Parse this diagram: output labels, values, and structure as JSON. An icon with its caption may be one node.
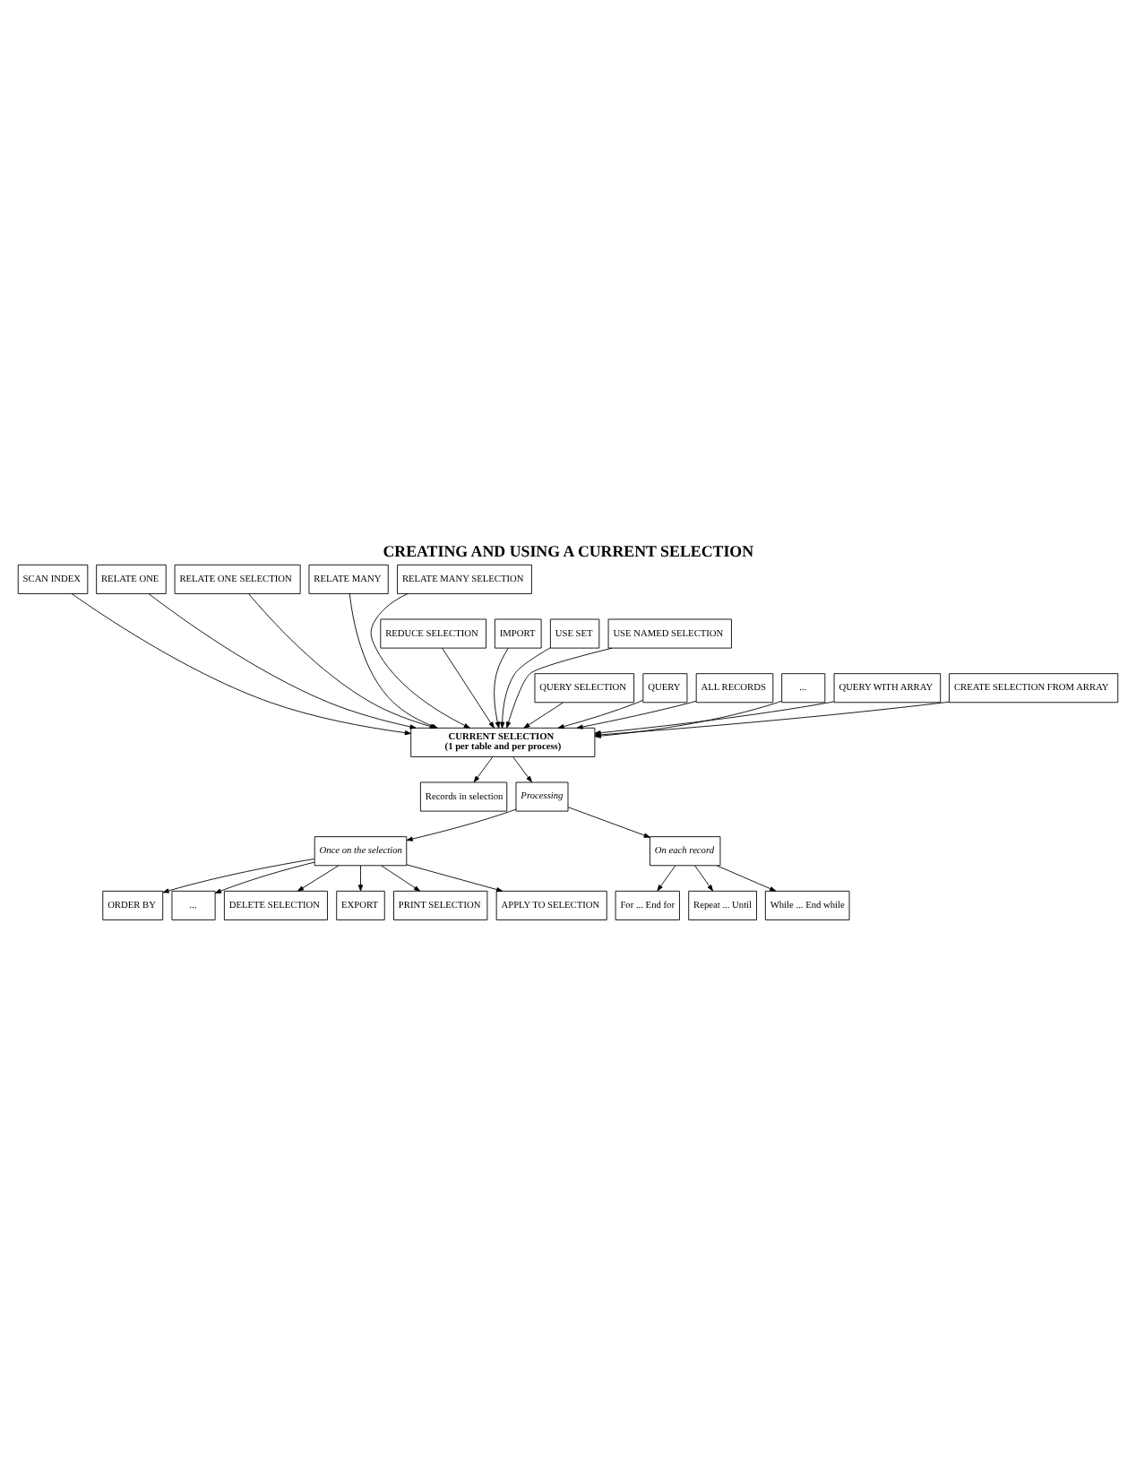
{
  "diagram": {
    "title": "CREATING AND USING A CURRENT SELECTION",
    "nodes": [
      {
        "text": [
          "SCAN INDEX"
        ]
      },
      {
        "text": [
          "RELATE ONE"
        ]
      },
      {
        "text": [
          "RELATE ONE SELECTION"
        ]
      },
      {
        "text": [
          "RELATE MANY"
        ]
      },
      {
        "text": [
          "RELATE MANY SELECTION"
        ]
      },
      {
        "text": [
          "REDUCE SELECTION"
        ]
      },
      {
        "text": [
          "USE SET"
        ]
      },
      {
        "text": [
          "IMPORT"
        ]
      },
      {
        "text": [
          "USE NAMED SELECTION"
        ]
      },
      {
        "text": [
          "QUERY SELECTION"
        ]
      },
      {
        "text": [
          "CREATE SELECTION FROM ARRAY"
        ]
      },
      {
        "text": [
          "QUERY"
        ]
      },
      {
        "text": [
          "QUERY WITH ARRAY"
        ]
      },
      {
        "text": [
          "ALL RECORDS"
        ]
      },
      {
        "text": [
          "..."
        ]
      },
      {
        "text": [
          "CURRENT SELECTION",
          "(1 per table and per process)"
        ]
      },
      {
        "text": [
          "Records in selection"
        ]
      },
      {
        "text": [
          "Processing"
        ]
      },
      {
        "text": [
          "Once on the selection"
        ]
      },
      {
        "text": [
          "On each record"
        ]
      },
      {
        "text": [
          "ORDER BY"
        ]
      },
      {
        "text": [
          "..."
        ]
      },
      {
        "text": [
          "DELETE SELECTION"
        ]
      },
      {
        "text": [
          "EXPORT"
        ]
      },
      {
        "text": [
          "PRINT SELECTION"
        ]
      },
      {
        "text": [
          "APPLY TO SELECTION"
        ]
      },
      {
        "text": [
          "For ... End for"
        ]
      },
      {
        "text": [
          "Repeat ... Until"
        ]
      },
      {
        "text": [
          "While ... End while"
        ]
      }
    ],
    "edges": [
      {
        "from": 0,
        "to": 15,
        "arrow": "to"
      },
      {
        "from": 1,
        "to": 15,
        "arrow": "to"
      },
      {
        "from": 2,
        "to": 15,
        "arrow": "to"
      },
      {
        "from": 3,
        "to": 15,
        "arrow": "to"
      },
      {
        "from": 4,
        "to": 15,
        "arrow": "to"
      },
      {
        "from": 5,
        "to": 15,
        "arrow": "to"
      },
      {
        "from": 6,
        "to": 15,
        "arrow": "to"
      },
      {
        "from": 7,
        "to": 15,
        "arrow": "to"
      },
      {
        "from": 8,
        "to": 15,
        "arrow": "to"
      },
      {
        "from": 9,
        "to": 15,
        "arrow": "to"
      },
      {
        "from": 10,
        "to": 15,
        "arrow": "to"
      },
      {
        "from": 11,
        "to": 15,
        "arrow": "to"
      },
      {
        "from": 12,
        "to": 15,
        "arrow": "to"
      },
      {
        "from": 13,
        "to": 15,
        "arrow": "to"
      },
      {
        "from": 14,
        "to": 15,
        "arrow": "to"
      },
      {
        "from": 15,
        "to": 16,
        "arrow": "to"
      },
      {
        "from": 15,
        "to": 17,
        "arrow": "to"
      },
      {
        "from": 17,
        "to": 18,
        "arrow": "to"
      },
      {
        "from": 17,
        "to": 19,
        "arrow": "to"
      },
      {
        "from": 18,
        "to": 20,
        "arrow": "to"
      },
      {
        "from": 18,
        "to": 22,
        "arrow": "to"
      },
      {
        "from": 18,
        "to": 24,
        "arrow": "to"
      },
      {
        "from": 18,
        "to": 25,
        "arrow": "to"
      },
      {
        "from": 18,
        "to": 23,
        "arrow": "to"
      },
      {
        "from": 18,
        "to": 21,
        "arrow": "to"
      },
      {
        "from": 19,
        "to": 26,
        "arrow": "to"
      },
      {
        "from": 19,
        "to": 28,
        "arrow": "to"
      },
      {
        "from": 19,
        "to": 27,
        "arrow": "to"
      }
    ]
  }
}
